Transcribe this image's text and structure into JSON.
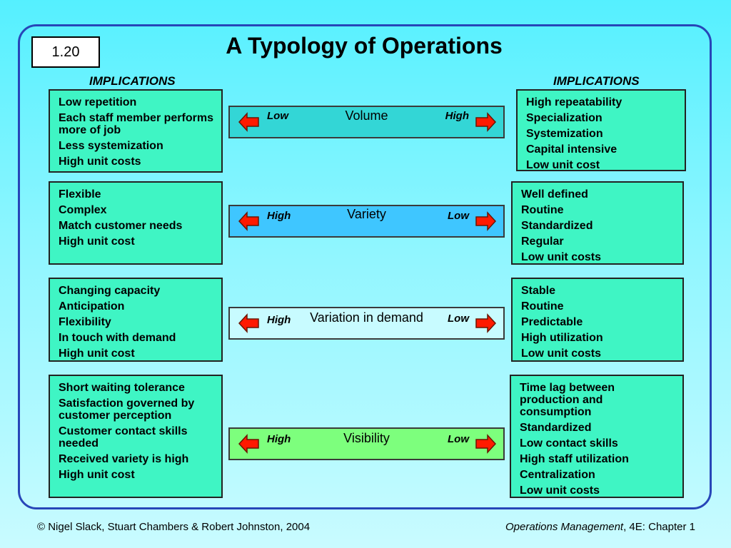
{
  "slide_number": "1.20",
  "title": "A Typology of Operations",
  "implications_left": "IMPLICATIONS",
  "implications_right": "IMPLICATIONS",
  "rows": [
    {
      "dimension": "Volume",
      "left_label": "Low",
      "right_label": "High",
      "band_color": "#33d6d6",
      "left_items": [
        "Low repetition",
        "Each staff member performs more of job",
        "Less systemization",
        "High unit costs"
      ],
      "right_items": [
        "High repeatability",
        "Specialization",
        "Systemization",
        "Capital intensive",
        "Low unit cost"
      ]
    },
    {
      "dimension": "Variety",
      "left_label": "High",
      "right_label": "Low",
      "band_color": "#3fc6ff",
      "left_items": [
        "Flexible",
        "Complex",
        "Match customer needs",
        "High unit cost"
      ],
      "right_items": [
        "Well defined",
        "Routine",
        "Standardized",
        "Regular",
        "Low unit costs"
      ]
    },
    {
      "dimension": "Variation in demand",
      "left_label": "High",
      "right_label": "Low",
      "band_color": "#c8fbff",
      "left_items": [
        "Changing capacity",
        "Anticipation",
        "Flexibility",
        "In touch with demand",
        "High unit cost"
      ],
      "right_items": [
        "Stable",
        "Routine",
        "Predictable",
        "High utilization",
        "Low unit costs"
      ]
    },
    {
      "dimension": "Visibility",
      "left_label": "High",
      "right_label": "Low",
      "band_color": "#7dff7d",
      "left_items": [
        "Short waiting tolerance",
        "Satisfaction governed by customer perception",
        "Customer contact skills needed",
        "Received variety is high",
        "High unit cost"
      ],
      "right_items": [
        "Time lag between production and consumption",
        "Standardized",
        "Low contact skills",
        "High staff utilization",
        "Centralization",
        "Low unit costs"
      ]
    }
  ],
  "footer": {
    "copyright": "© Nigel Slack, Stuart Chambers & Robert Johnston, 2004",
    "book": "Operations Management",
    "edition": ", 4E: Chapter 1"
  },
  "colors": {
    "box_fill": "#3ff5c4",
    "arrow_fill": "#ff1a00",
    "frame_border": "#2746b8"
  }
}
